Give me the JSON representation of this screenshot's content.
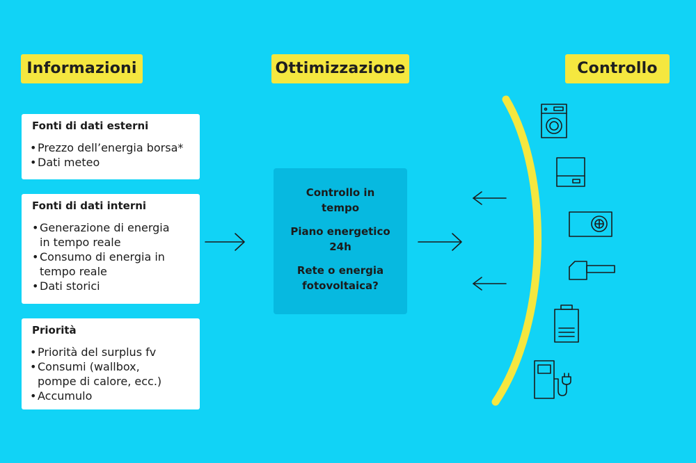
{
  "headers": {
    "info": "Informazioni",
    "opt": "Ottimizzazione",
    "ctrl": "Controllo"
  },
  "cards": [
    {
      "title": "Fonti di dati esterni",
      "items": [
        "Prezzo dell’energia borsa*",
        "Dati meteo"
      ]
    },
    {
      "title": "Fonti di dati interni",
      "items": [
        "Generazione di energia in tempo reale",
        "Consumo di energia in tempo reale",
        "Dati storici"
      ]
    },
    {
      "title": "Priorità",
      "items": [
        "Priorità del surplus fv",
        "Consumi (wallbox, pompe di calore, ecc.)",
        "Accumulo"
      ]
    }
  ],
  "optimization": {
    "items": [
      "Controllo in tempo",
      "Piano energetico 24h",
      "Rete o energia fotovoltaica?"
    ]
  },
  "devices": [
    "washing-machine-icon",
    "hot-water-boiler-icon",
    "heat-pump-icon",
    "heating-rod-icon",
    "battery-icon",
    "ev-charger-icon"
  ],
  "colors": {
    "background": "#11d3f6",
    "accent": "#f5e73f",
    "card": "#ffffff",
    "center_box": "#07b9e0",
    "line": "#1b1b1b"
  }
}
